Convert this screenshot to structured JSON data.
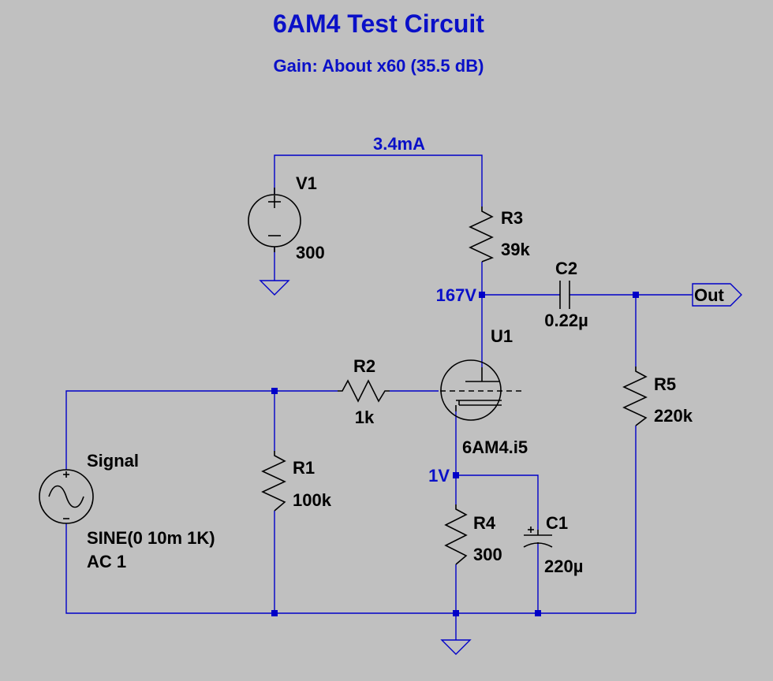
{
  "title": "6AM4 Test Circuit",
  "subtitle": "Gain: About x60 (35.5 dB)",
  "annotations": {
    "supply_current": "3.4mA",
    "plate_voltage": "167V",
    "cathode_voltage": "1V"
  },
  "components": {
    "V1": {
      "name": "V1",
      "value": "300"
    },
    "R3": {
      "name": "R3",
      "value": "39k"
    },
    "C2": {
      "name": "C2",
      "value": "0.22µ"
    },
    "U1": {
      "name": "U1",
      "value": "6AM4.i5"
    },
    "R2": {
      "name": "R2",
      "value": "1k"
    },
    "R5": {
      "name": "R5",
      "value": "220k"
    },
    "R1": {
      "name": "R1",
      "value": "100k"
    },
    "R4": {
      "name": "R4",
      "value": "300"
    },
    "C1": {
      "name": "C1",
      "value": "220µ"
    },
    "Signal": {
      "name": "Signal",
      "value1": "SINE(0 10m 1K)",
      "value2": "AC 1"
    }
  },
  "output_label": "Out",
  "colors": {
    "background": "#c0c0c0",
    "wire": "#0000c8",
    "component": "#000000",
    "text_blue": "#0a10c8"
  }
}
